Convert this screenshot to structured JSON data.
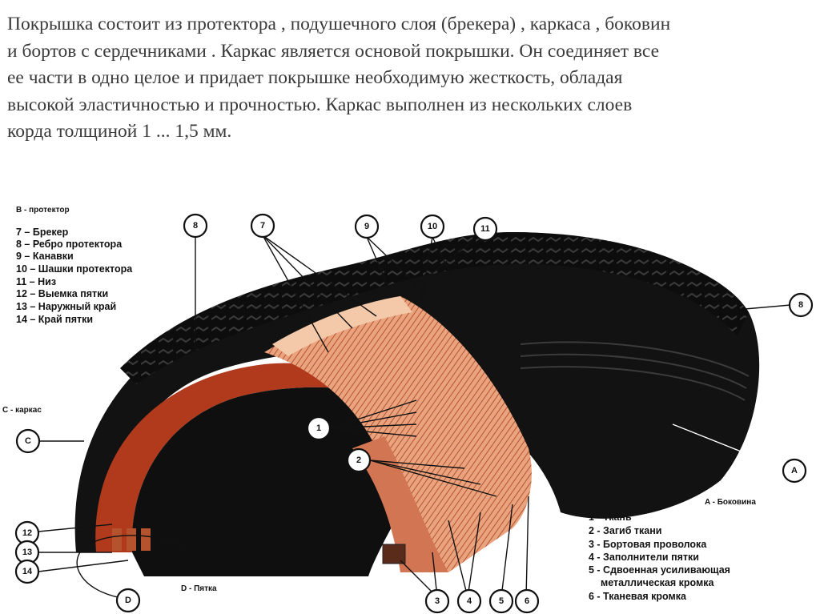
{
  "intro": {
    "lines": [
      "Покрышка состоит из протектора , подушечного слоя (брекера) , каркаса , боковин",
      "и бортов  с сердечниками . Каркас является основой покрышки. Он соединяет все",
      "ее части в одно целое и придает покрышке необходимую жесткость, обладая",
      "высокой эластичностью и прочностью. Каркас выполнен из нескольких слоев",
      "корда толщиной 1 ... 1,5 мм."
    ]
  },
  "diagram": {
    "section_labels": {
      "b": "B - протектор",
      "c": "C - каркас",
      "a": "A - Боковина",
      "d": "D - Пятка"
    },
    "legend_top": [
      "7 – Брекер",
      "8 –  Ребро протектора",
      "9 – Канавки",
      "10 – Шашки протектора",
      "11 – Низ",
      "12 – Выемка пятки",
      "13 – Наружный край",
      "14 – Край пятки"
    ],
    "legend_bottom": [
      "1 - Ткань",
      "2 - Загиб ткани",
      "3 - Бортовая проволока",
      "4 - Заполнители пятки",
      "5 - Сдвоенная усиливающая",
      "металлическая кромка",
      "6 - Тканевая кромка"
    ],
    "callouts": {
      "c8a": "8",
      "c7": "7",
      "c9": "9",
      "c10": "10",
      "c11": "11",
      "c8b": "8",
      "cC": "C",
      "c1": "1",
      "c2": "2",
      "cA": "A",
      "c12": "12",
      "c13": "13",
      "c14": "14",
      "cD": "D",
      "c3": "3",
      "c4": "4",
      "c5": "5",
      "c6": "6"
    },
    "colors": {
      "rubber": "#101010",
      "cord": "#c9603e",
      "cord_light": "#f0c7a8",
      "inner": "#b23a1c"
    }
  }
}
